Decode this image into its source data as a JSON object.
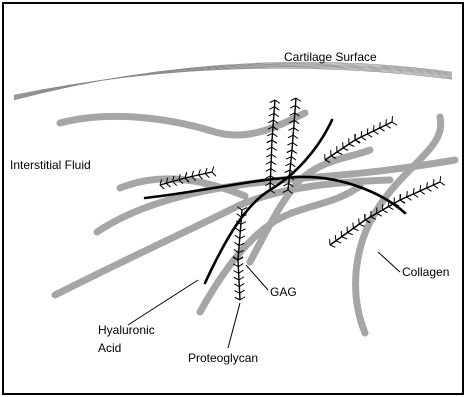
{
  "labels": {
    "cartilage_surface": "Cartilage Surface",
    "interstitial_fluid": "Interstitial Fluid",
    "collagen": "Collagen",
    "gag": "GAG",
    "hyaluronic_acid_line1": "Hyaluronic",
    "hyaluronic_acid_line2": "Acid",
    "proteoglycan": "Proteoglycan"
  },
  "colors": {
    "collagen": "#a6a6a6",
    "hyaluronic_acid": "#000000",
    "proteoglycan": "#000000",
    "surface": "#8c8c8c",
    "frame": "#000000"
  }
}
